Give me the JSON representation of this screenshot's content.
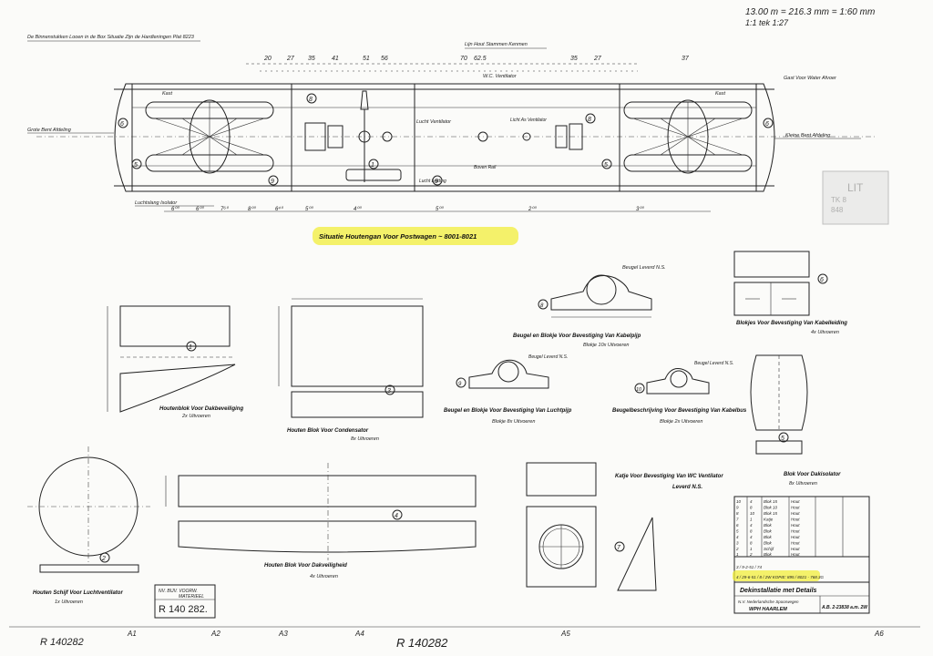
{
  "header": {
    "scale_line1": "13.00 m = 216.3 mm = 1:60 mm",
    "scale_line2": "1:1      tek      1:27",
    "note_top_left": "De Binnenstukken Looen in de Box Situatie Zijn de Hardleningen Plat 8223",
    "note_top_mid": "Lijn Hout Stammen Kenmen"
  },
  "dims_top": [
    "20",
    "27",
    "35",
    "41",
    "51",
    "56",
    "70",
    "62.5",
    "35",
    "27",
    "37"
  ],
  "dims_bottom": [
    "6⁰⁰",
    "6⁰⁰",
    "7⁶⁰",
    "8⁰⁰",
    "6⁴⁰",
    "5⁰⁰",
    "4⁰⁰",
    "5⁰⁰",
    "2⁰⁰",
    "3⁰⁰"
  ],
  "plan_labels": {
    "left_end": "Grote Bent Afdeling",
    "right_end": "Kleine Bent Afdeling",
    "top_right": "Gast Voor Water Afvoer",
    "ventilator": "W.C. Ventilator",
    "light_ventilator": "Lucht Ventilator",
    "vent_axis": "Licht As Ventilator",
    "room": "Kast",
    "lower_left": "Luchtslang Isolator",
    "rail": "Boven Rail",
    "bar": "Lucht Leiding"
  },
  "title_highlight": "Situatie Houtengan Voor Postwagen ~ 8001-8021",
  "details": [
    {
      "num": "1",
      "caption": "Houtenblok Voor Dakbeveiliging",
      "sub": "2x Uitvoeren"
    },
    {
      "num": "3",
      "caption": "Houten Blok Voor Condensator",
      "sub": "8x Uitvoeren"
    },
    {
      "num": "4",
      "caption": "Houten Blok Voor Dakveiligheid",
      "sub": "4x Uitvoeren"
    },
    {
      "num": "2",
      "caption": "Houten Schijf Voor Luchtventilator",
      "sub": "1x Uitvoeren"
    },
    {
      "num": "5",
      "caption": "Blok Voor Dakisolator",
      "sub": "8x Uitvoeren"
    },
    {
      "num": "6",
      "caption": "Blokjes Voor Bevestiging Van Kabelleiding",
      "sub": "4x Uitvoeren"
    },
    {
      "num": "7",
      "caption": "Katje Voor Bevestiging Van WC Ventilator",
      "sub": "Leverd N.S."
    },
    {
      "num": "8",
      "caption": "Beugel en Blokje Voor Bevestiging Van Kabelpijp",
      "sub": "Blokje 10x Uitvoeren"
    },
    {
      "num": "9",
      "caption": "Beugel en Blokje Voor Bevestiging Van Luchtpijp",
      "sub": "Blokje 8x Uitvoeren"
    },
    {
      "num": "10",
      "caption": "Beugelbeschrijving Voor Bevestiging Van Kabelbus",
      "sub": "Blokje 2x Uitvoeren"
    }
  ],
  "clamp_note": "Beugel Leverd N.S.",
  "stamp": {
    "line1": "NV.    BIJV. VOORW.",
    "line2": "MATERIEEL",
    "number": "R 140 282."
  },
  "title_block": {
    "title": "Dekinstallatie met Details",
    "company": "N.V. Nederlandsche Spoorwegen",
    "city": "WPH HAARLEM",
    "drawing_no": "A.B. 2-23838 a.m. 2W",
    "revision1": "3 / 9-2-51 / 74",
    "revision2": "4 / 29-6-51 / 8 / 2W   KOPIE: 895 / 8021 - 768.3G"
  },
  "parts_table": [
    [
      "10",
      "4",
      "Blok 15",
      "Hout"
    ],
    [
      "9",
      "8",
      "Blok 10",
      "Hout"
    ],
    [
      "8",
      "10",
      "Blok 15",
      "Hout"
    ],
    [
      "7",
      "1",
      "Katje",
      "Hout"
    ],
    [
      "6",
      "4",
      "Blok",
      "Hout"
    ],
    [
      "5",
      "8",
      "Blok",
      "Hout"
    ],
    [
      "4",
      "4",
      "Blok",
      "Hout"
    ],
    [
      "3",
      "8",
      "Blok",
      "Hout"
    ],
    [
      "2",
      "1",
      "Schijf",
      "Hout"
    ],
    [
      "1",
      "2",
      "Blok",
      "Hout"
    ]
  ],
  "bottom": {
    "ref_left": "R 140282",
    "ref_center": "R 140282",
    "sizes": [
      "A1",
      "A2",
      "A3",
      "A4",
      "A5",
      "A6"
    ]
  },
  "grey_stamp": {
    "line1": "LIT",
    "line2": "TK 8",
    "line3": "848"
  }
}
